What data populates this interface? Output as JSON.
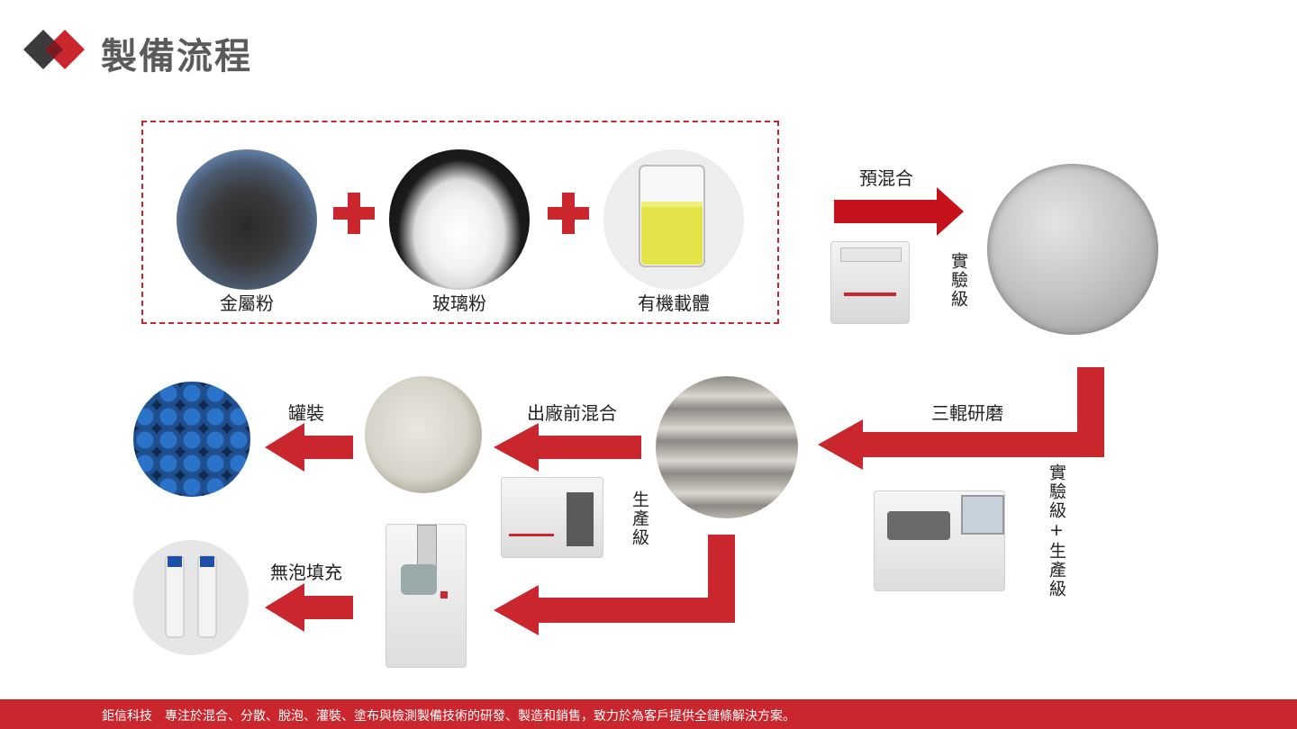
{
  "header": {
    "title": "製備流程",
    "logo_icon": "diamond-logo-icon"
  },
  "colors": {
    "accent": "#c9262e",
    "arrow": "#c5121b",
    "title": "#5a5a5a"
  },
  "ingredients": [
    {
      "label": "金屬粉",
      "image": "metal-powder"
    },
    {
      "label": "玻璃粉",
      "image": "glass-powder"
    },
    {
      "label": "有機載體",
      "image": "organic-vehicle-beaker"
    }
  ],
  "steps": {
    "premix": {
      "label": "預混合",
      "scale": "實驗級"
    },
    "three_roll": {
      "label": "三輥研磨",
      "scale": "實驗級+生產級"
    },
    "final_mix": {
      "label": "出廠前混合",
      "scale": "生產級"
    },
    "canning": {
      "label": "罐裝"
    },
    "filling": {
      "label": "無泡填充"
    }
  },
  "footer": {
    "text": "鉅信科技　專注於混合、分散、脫泡、灌裝、塗布與檢測製備技術的研發、製造和銷售，致力於為客戶提供全鏈條解決方案。"
  }
}
